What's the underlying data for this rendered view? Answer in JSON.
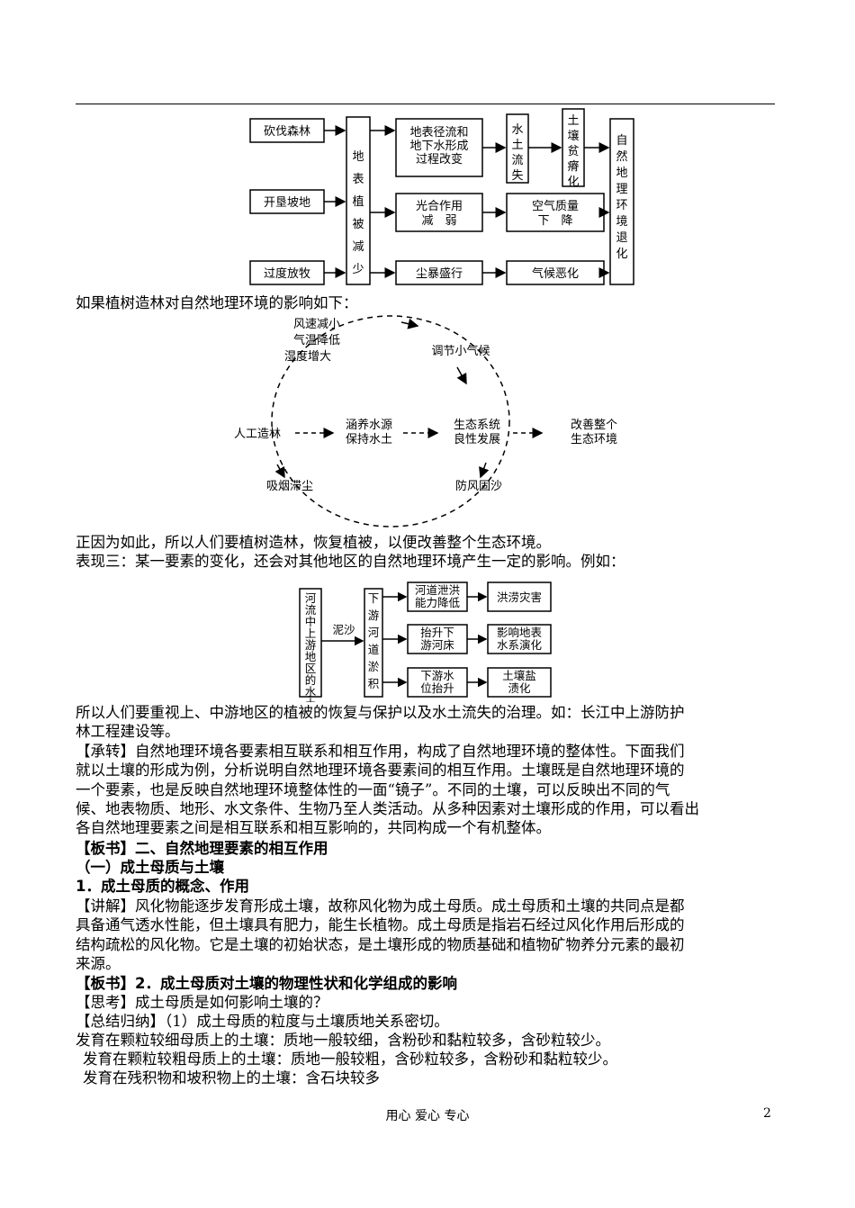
{
  "diagram1": {
    "causes": [
      "砍伐森林",
      "开垦坡地",
      "过度放牧"
    ],
    "center": "地表植被减少",
    "mid": [
      "地表径流和地下水形成过程改变",
      "光合作用减弱",
      "尘暴盛行"
    ],
    "c3": [
      "水土流失",
      "空气质量下降",
      "气候恶化"
    ],
    "soil": "土壤贫瘠化",
    "result": "自然地理环境退化"
  },
  "line_forest": "如果植树造林对自然地理环境的影响如下：",
  "diagram2": {
    "top_left": [
      "风速减小",
      "气温降低",
      "湿度增大"
    ],
    "top_right": "调节小气候",
    "left": "人工造林",
    "center1": [
      "涵养水源",
      "保持水土"
    ],
    "center2": [
      "生态系统",
      "良性发展"
    ],
    "right": [
      "改善整个",
      "生态环境"
    ],
    "bottom_left": "吸烟滞尘",
    "bottom_right": "防风固沙"
  },
  "line_therefore": "正因为如此，所以人们要植树造林，恢复植被，以便改善整个生态环境。",
  "line_biaoxian": "表现三：某一要素的变化，还会对其他地区的自然地理环境产生一定的影响。例如：",
  "diagram3": {
    "source": "河流中上游地区的水土流失",
    "arrow_label": "泥沙",
    "deposit": "下游河道淤积",
    "mid": [
      "河道泄洪能力降低",
      "抬升下游河床",
      "下游水位抬升"
    ],
    "end": [
      "洪涝灾害",
      "影响地表水系演化",
      "土壤盐渍化"
    ]
  },
  "para1": [
    "所以人们要重视上、中游地区的植被的恢复与保护以及水土流失的治理。如：长江中上游防护",
    "林工程建设等。"
  ],
  "para2": [
    "【承转】自然地理环境各要素相互联系和相互作用，构成了自然地理环境的整体性。下面我们",
    "就以土壤的形成为例，分析说明自然地理环境各要素间的相互作用。土壤既是自然地理环境的",
    "一个要素，也是反映自然地理环境整体性的一面“镜子”。不同的土壤，可以反映出不同的气",
    "候、地表物质、地形、水文条件、生物乃至人类活动。从多种因素对土壤形成的作用，可以看出",
    "各自然地理要素之间是相互联系和相互影响的，共同构成一个有机整体。"
  ],
  "heading1": "【板书】二、自然地理要素的相互作用",
  "heading2": "（一）成土母质与土壤",
  "heading3": "1．成土母质的概念、作用",
  "para3": [
    "【讲解】风化物能逐步发育形成土壤，故称风化物为成土母质。成土母质和土壤的共同点是都",
    "具备通气透水性能，但土壤具有肥力，能生长植物。成土母质是指岩石经过风化作用后形成的",
    "结构疏松的风化物。它是土壤的初始状态，是土壤形成的物质基础和植物矿物养分元素的最初",
    "来源。"
  ],
  "heading4_prefix": "【板书】",
  "heading4": "2．成土母质对土壤的物理性状和化学组成的影响",
  "think": "【思考】成土母质是如何影响土壤的？",
  "summary": "【总结归纳】（1）成土母质的粒度与土壤质地关系密切。",
  "s1": "发育在颗粒较细母质上的土壤：质地一般较细，含粉砂和黏粒较多，含砂粒较少。",
  "s2": "发育在颗粒较粗母质上的土壤：质地一般较粗，含砂粒较多，含粉砂和黏粒较少。",
  "s3": "发育在残积物和坡积物上的土壤：含石块较多",
  "footer": "用心 爱心 专心",
  "page_number": "2"
}
